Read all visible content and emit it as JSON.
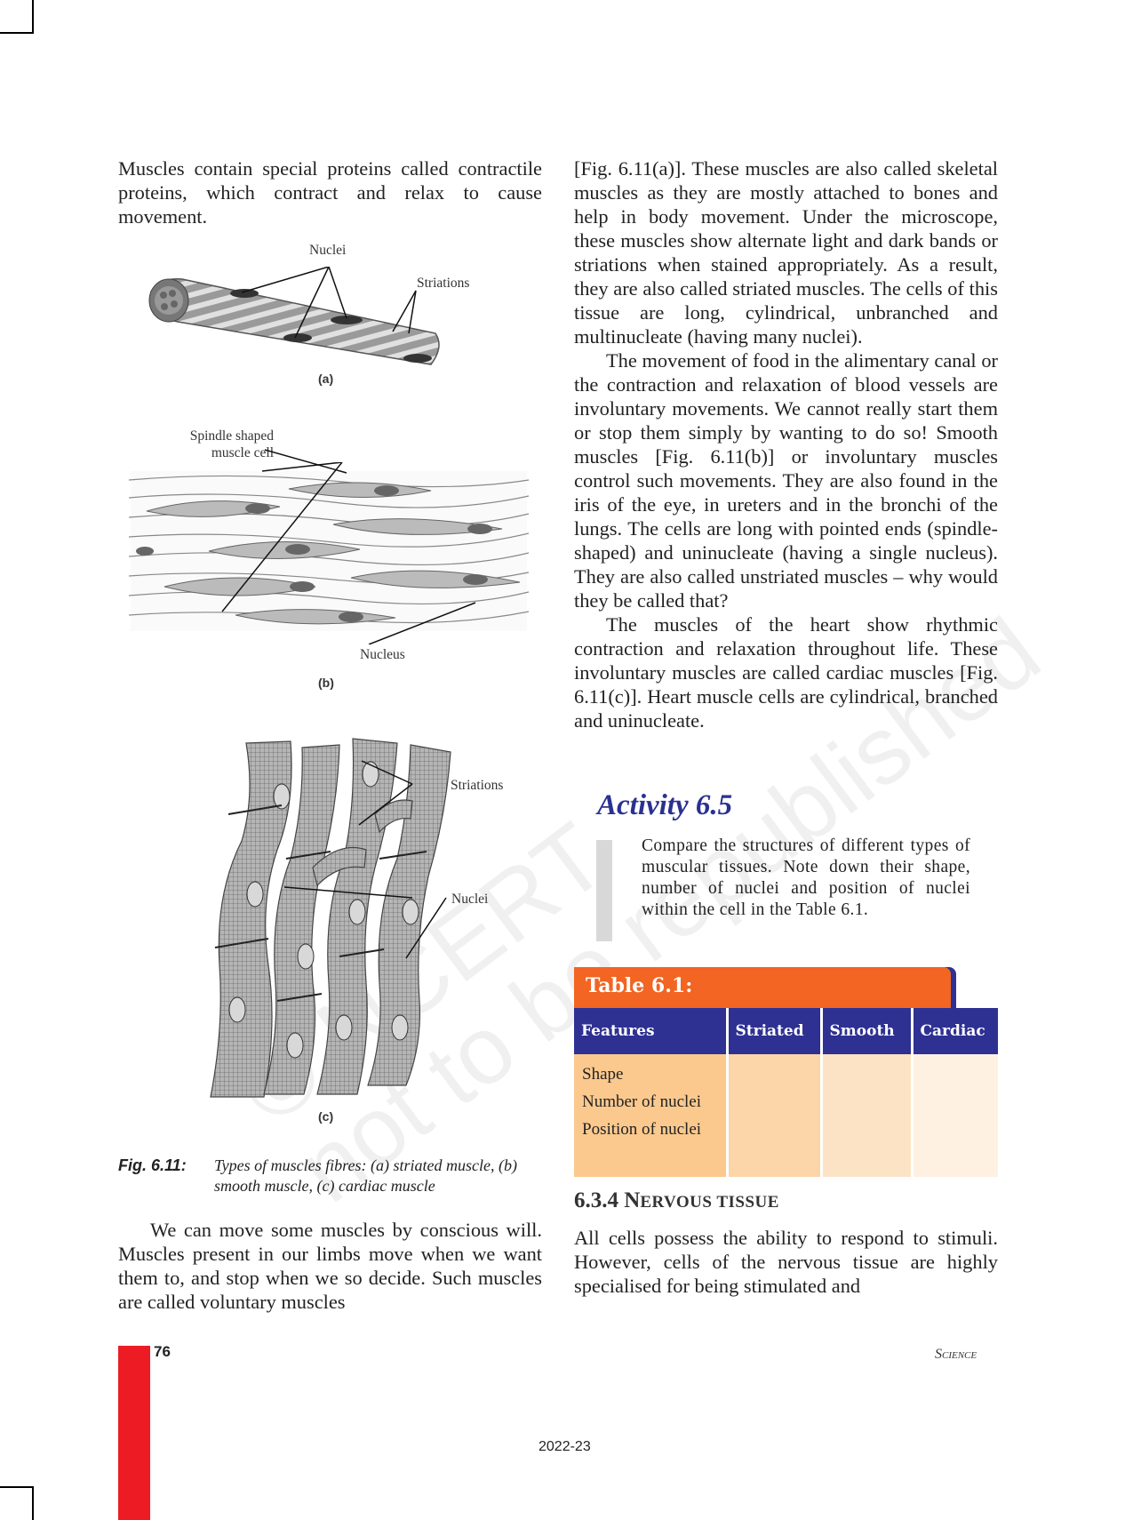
{
  "left_top": {
    "para1": "Muscles contain special proteins called contractile proteins, which contract and relax to cause movement."
  },
  "figure": {
    "a_labels": {
      "nuclei": "Nuclei",
      "striations": "Striations",
      "sub": "(a)"
    },
    "b_labels": {
      "spindle": "Spindle shaped",
      "spindle2": "muscle cell",
      "nucleus": "Nucleus",
      "sub": "(b)"
    },
    "c_labels": {
      "striations": "Striations",
      "nuclei": "Nuclei",
      "sub": "(c)"
    },
    "caption_num": "Fig. 6.11:",
    "caption_text": "Types of muscles fibres: (a) striated muscle, (b) smooth muscle, (c) cardiac muscle"
  },
  "left_bottom": {
    "para1": "We can move some muscles by conscious will. Muscles present in our limbs move when we want them to, and stop when we so decide. Such muscles are called voluntary muscles"
  },
  "right": {
    "para1": "[Fig. 6.11(a)]. These muscles are also called skeletal muscles as they are mostly attached to bones and help in body movement. Under the microscope, these muscles show alternate light and dark bands or striations when stained appropriately. As a result, they are also called striated muscles. The cells of this tissue are long, cylindrical, unbranched and multinucleate (having many nuclei).",
    "para2": "The movement of food in the alimentary canal or the contraction and relaxation of blood vessels are involuntary movements. We cannot really start them or stop them simply by wanting to do so! Smooth muscles [Fig. 6.11(b)] or involuntary muscles control such movements. They are also found in the iris of the eye, in ureters and in the bronchi of the lungs. The cells are long with pointed ends (spindle-shaped) and uninucleate (having a single nucleus). They are also called unstriated muscles – why would they be called that?",
    "para3": "The muscles of the heart show rhythmic contraction and relaxation throughout life. These involuntary muscles are called cardiac muscles [Fig. 6.11(c)]. Heart muscle cells are cylindrical, branched and uninucleate."
  },
  "activity": {
    "title": "Activity 6.5",
    "text": "Compare the structures of different types of muscular tissues. Note down their shape, number of nuclei and position of nuclei within the cell in the Table 6.1."
  },
  "table": {
    "title": "Table 6.1:",
    "headers": [
      "Features",
      "Striated",
      "Smooth",
      "Cardiac"
    ],
    "features": [
      "Shape",
      "Number of nuclei",
      "Position of nuclei"
    ]
  },
  "section": {
    "number": "6.3.4",
    "title_first": "N",
    "title_rest": "ERVOUS TISSUE",
    "para": "All cells possess the ability to respond to stimuli. However, cells of the nervous tissue are highly specialised for being stimulated and"
  },
  "footer": {
    "page": "76",
    "book": "Science",
    "year": "2022-23"
  },
  "watermark": {
    "line1": "© NCERT",
    "line2": "not to be republished"
  }
}
